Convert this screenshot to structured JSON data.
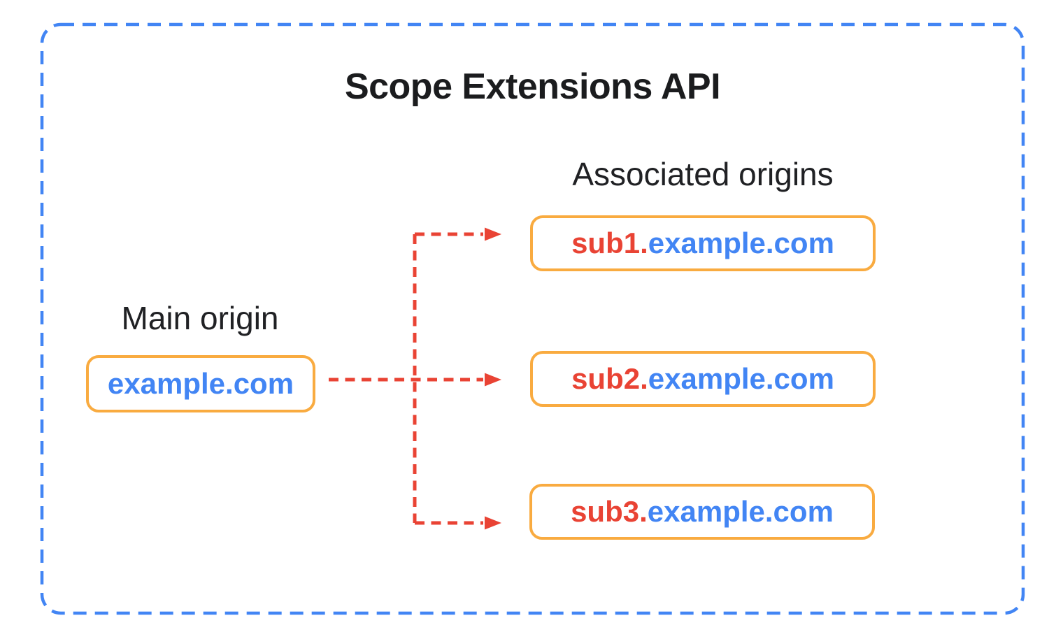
{
  "diagram": {
    "title": "Scope Extensions API",
    "main_origin": {
      "label": "Main origin",
      "domain": "example.com"
    },
    "associated_origins": {
      "label": "Associated origins",
      "items": [
        {
          "red": "sub1.",
          "blue": "example.com"
        },
        {
          "red": "sub2.",
          "blue": "example.com"
        },
        {
          "red": "sub3.",
          "blue": "example.com"
        }
      ]
    },
    "colors": {
      "frame_border": "#4285F4",
      "box_border": "#F9AB40",
      "arrow": "#E94334",
      "domain_red": "#E94334",
      "domain_blue": "#4285F4",
      "heading_text": "#1b1c1e",
      "label_text": "#202124",
      "background": "#FFFFFF"
    }
  }
}
